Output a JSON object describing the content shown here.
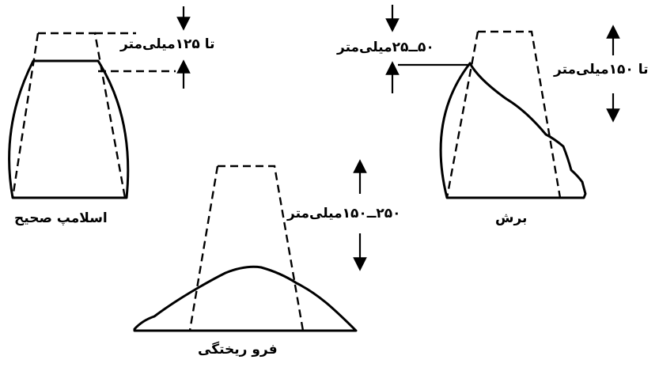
{
  "labels": {
    "true_slump_measure": "تا ۱۲۵میلی‌متر",
    "true_slump_caption": "اسلامپ صحیح",
    "shear_measure_left": "۵۰ــ۲۵میلی‌متر",
    "shear_measure_right": "تا ۱۵۰میلی‌متر",
    "shear_caption": "برش",
    "collapse_measure": "۲۵۰ــ۱۵۰میلی‌متر",
    "collapse_caption": "فرو ریختگی"
  }
}
